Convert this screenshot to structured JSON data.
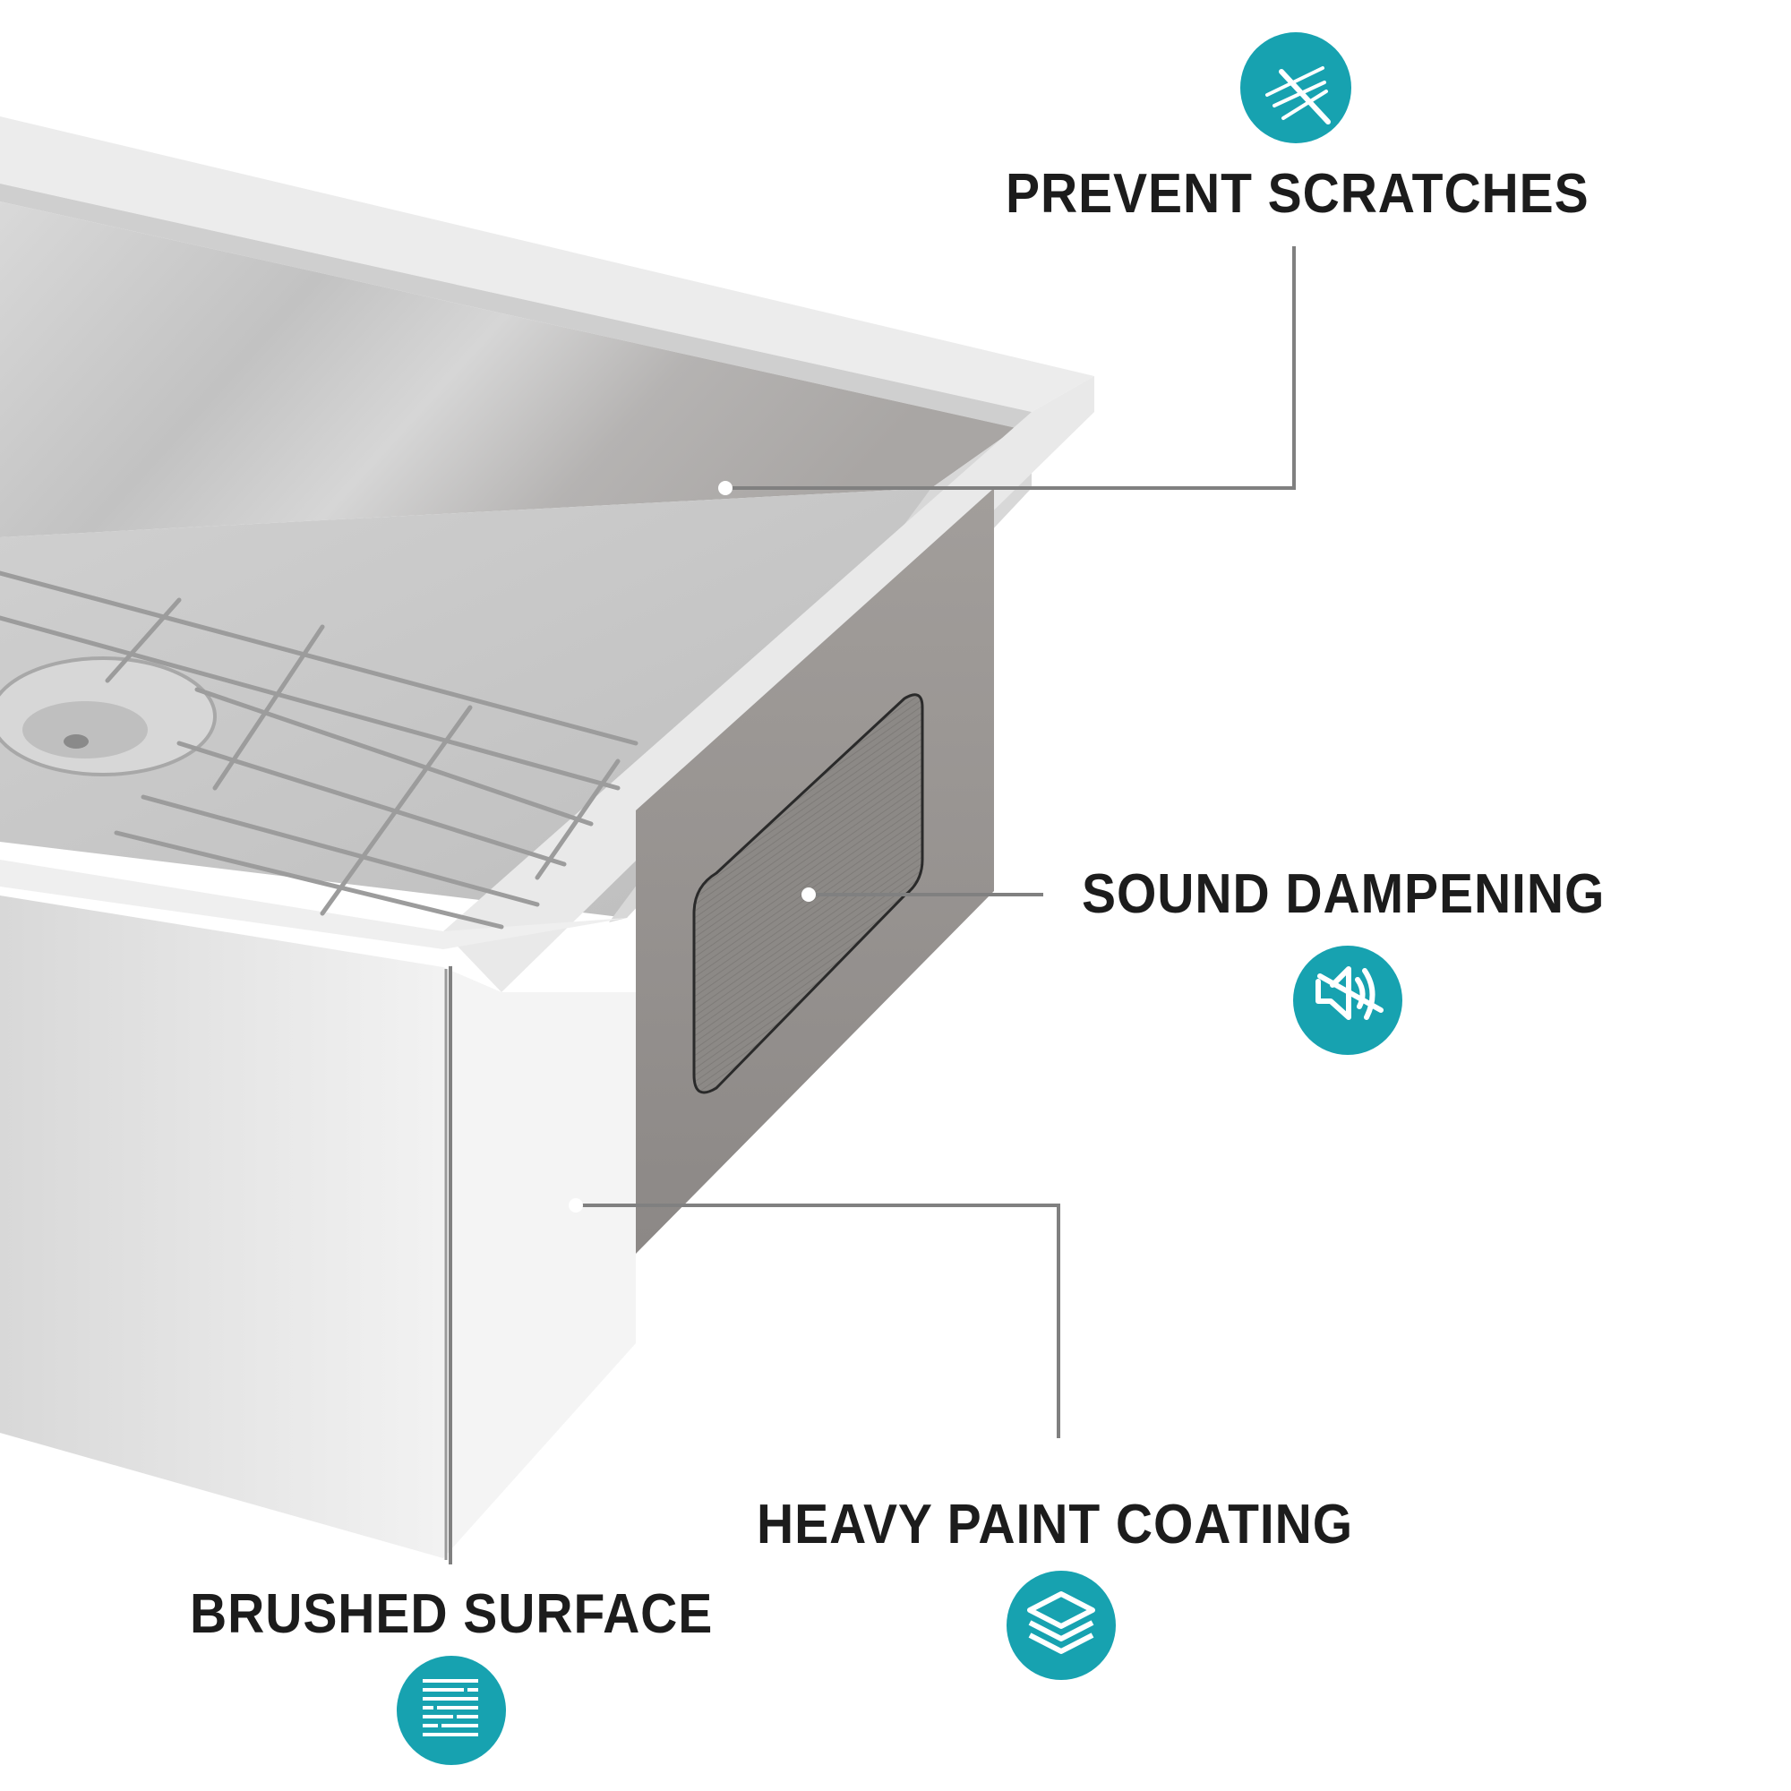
{
  "colors": {
    "accent": "#17a2b0",
    "text": "#1c1c1c",
    "leader_line": "#808080",
    "steel_light": "#e6e6e6",
    "steel_mid": "#c4c4c4",
    "steel_dark": "#8f8b88",
    "pad": "#8a8784"
  },
  "product": {
    "name": "stainless-steel-undermount-sink-corner"
  },
  "features": [
    {
      "label": "PREVENT SCRATCHES",
      "icon": "scratch-cross-icon"
    },
    {
      "label": "SOUND DAMPENING",
      "icon": "speaker-muted-icon"
    },
    {
      "label": "HEAVY PAINT COATING",
      "icon": "layers-icon"
    },
    {
      "label": "BRUSHED SURFACE",
      "icon": "brushed-lines-icon"
    }
  ]
}
